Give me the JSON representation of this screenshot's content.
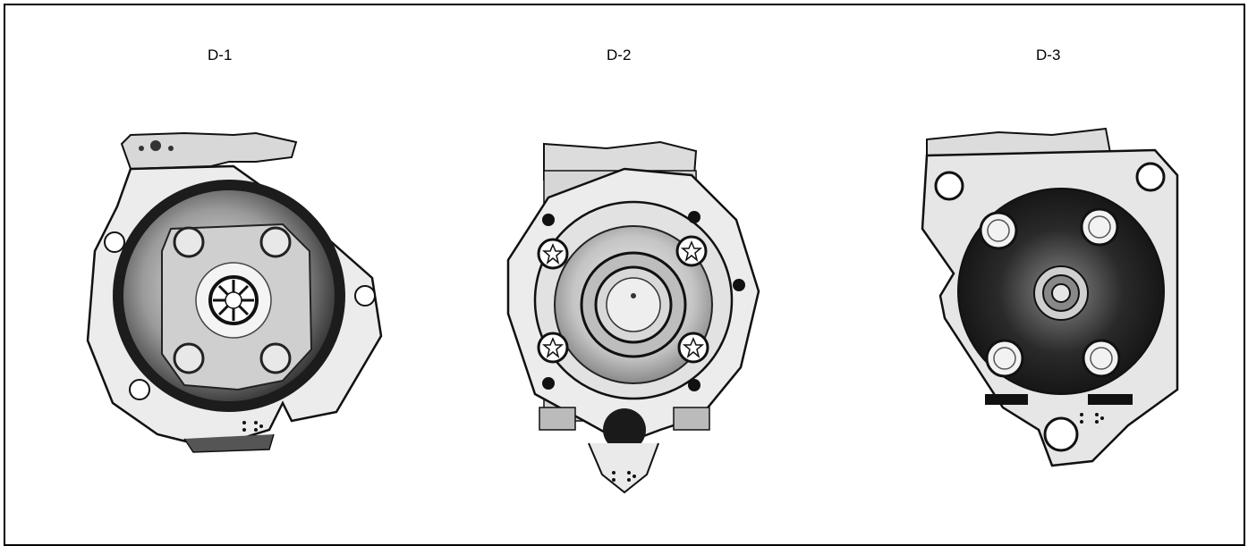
{
  "figures": [
    {
      "label": "D-1",
      "icon": "compressor-front-view-d1"
    },
    {
      "label": "D-2",
      "icon": "compressor-front-view-d2"
    },
    {
      "label": "D-3",
      "icon": "compressor-front-view-d3"
    }
  ],
  "colors": {
    "ink": "#000000",
    "paper": "#ffffff",
    "metal_light": "#e6e6e6",
    "metal_mid": "#b5b5b5",
    "metal_dark": "#3a3a3a"
  }
}
